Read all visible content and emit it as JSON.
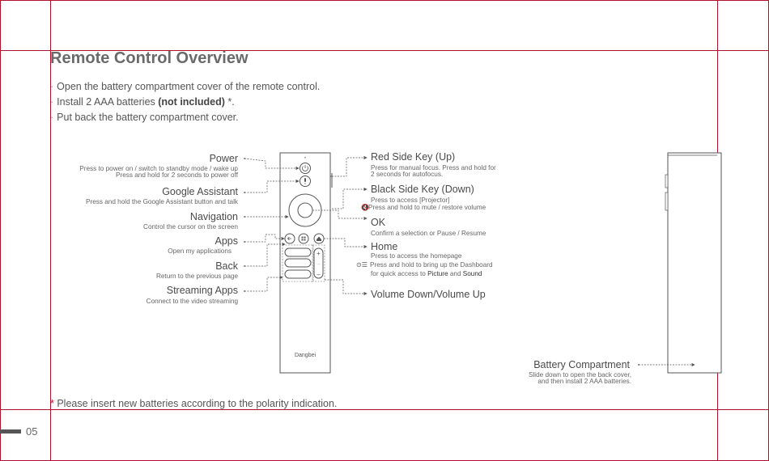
{
  "page": {
    "title": "Remote Control Overview",
    "page_number": "05"
  },
  "steps": [
    {
      "text": "Open the battery compartment cover of the remote control."
    },
    {
      "pre": "Install 2 AAA batteries ",
      "bold": "(not included)",
      "post": " *."
    },
    {
      "text": "Put back the battery compartment cover."
    }
  ],
  "left_callouts": {
    "power": {
      "label": "Power",
      "desc1": "Press to power on / switch to standby mode / wake up",
      "desc2": "Press and hold for 2 seconds to power off"
    },
    "google": {
      "label": "Google Assistant",
      "desc1": "Press and hold the Google Assistant button and talk"
    },
    "navigation": {
      "label": "Navigation",
      "desc1": "Control the cursor on the screen"
    },
    "apps": {
      "label": "Apps",
      "desc1": "Open my applications"
    },
    "back": {
      "label": "Back",
      "desc1": "Return to the previous page"
    },
    "streaming": {
      "label": "Streaming Apps",
      "desc1": "Connect to the video streaming"
    }
  },
  "right_callouts": {
    "red_key": {
      "label": "Red Side Key (Up)",
      "desc1": "Press for manual focus. Press and hold for",
      "desc2": "2 seconds for autofocus."
    },
    "black_key": {
      "label": "Black Side Key (Down)",
      "desc1": "Press to access [Projector]",
      "desc2": "Press and hold  to mute / restore volume"
    },
    "ok": {
      "label": "OK",
      "desc1": "Confirm a selection or Pause / Resume"
    },
    "home": {
      "label": "Home",
      "desc1": "Press to access the homepage",
      "desc2": "Press and hold to bring up the Dashboard",
      "desc3_pre": "for quick access to ",
      "desc3_a": "Picture",
      "desc3_mid": " and ",
      "desc3_b": "Sound"
    },
    "volume": {
      "label": "Volume Down/Volume Up"
    }
  },
  "battery": {
    "label": "Battery Compartment",
    "desc1": "Slide down to open the back cover,",
    "desc2": "and then install 2 AAA batteries."
  },
  "remote": {
    "brand": "Dangbei"
  },
  "footnote": {
    "star": "*",
    "text": " Please insert new batteries according to the polarity indication."
  },
  "colors": {
    "guide": "#b0102a",
    "text": "#4a4a4a"
  },
  "icons": [
    "mute-icon",
    "dashboard-icon",
    "power-icon",
    "mic-icon",
    "apps-icon",
    "back-icon",
    "home-icon"
  ]
}
